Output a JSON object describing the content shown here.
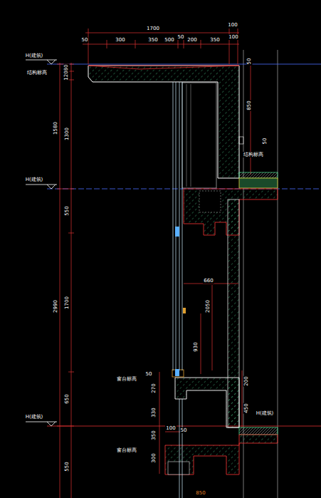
{
  "diagram": {
    "labels": [
      "1700",
      "100",
      "50",
      "300",
      "350",
      "500",
      "50",
      "200",
      "350",
      "100",
      "H(建筑)",
      "结构标高",
      "80",
      "120",
      "1580",
      "1300",
      "H(建筑)",
      "550",
      "2990",
      "1700",
      "650",
      "H(建筑)",
      "550",
      "50",
      "850",
      "50",
      "结构标高",
      "660",
      "2050",
      "930",
      "窗台标高",
      "50",
      "270",
      "200",
      "330",
      "450",
      "H(建筑)",
      "350",
      "100",
      "50",
      "窗台标高",
      "300",
      "850"
    ]
  }
}
